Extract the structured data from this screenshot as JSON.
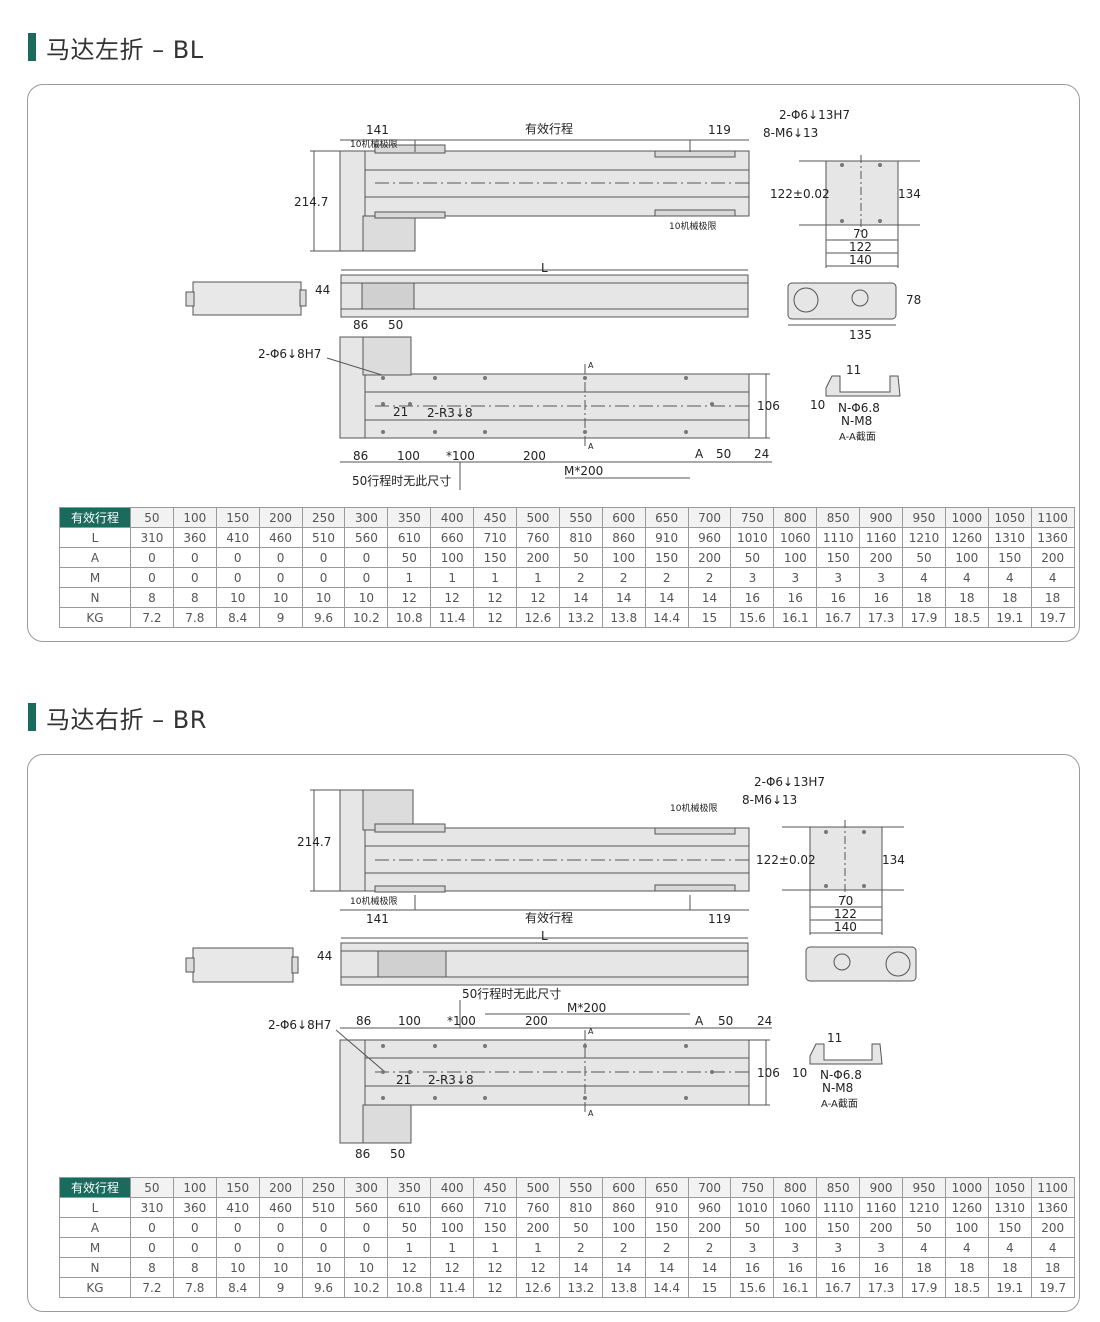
{
  "sections": [
    {
      "title": "马达左折 – BL",
      "labels": {
        "d141": "141",
        "stroke": "有效行程",
        "d119": "119",
        "limit1": "10机械极限",
        "limit2": "10机械极限",
        "h2147": "214.7",
        "hole1": "2-Φ6↓13H7",
        "hole2": "8-M6↓13",
        "d122t": "122±0.02",
        "d134": "134",
        "d70": "70",
        "d122": "122",
        "d140": "140",
        "L": "L",
        "d44": "44",
        "d78": "78",
        "d135": "135",
        "d86a": "86",
        "d50a": "50",
        "pin": "2-Φ6↓8H7",
        "slot": "2-R3↓8",
        "d21": "21",
        "d106": "106",
        "d86b": "86",
        "d100": "100",
        "d100s": "*100",
        "d200": "200",
        "dA": "A",
        "d50b": "50",
        "d24": "24",
        "M200": "M*200",
        "note50": "50行程时无此尺寸",
        "secA1": "A",
        "secA2": "A",
        "s11": "11",
        "s10": "10",
        "sN68": "N-Φ6.8",
        "sNM8": "N-M8",
        "sAA": "A-A截面"
      }
    },
    {
      "title": "马达右折 – BR",
      "labels": {
        "d141": "141",
        "stroke": "有效行程",
        "d119": "119",
        "limit1": "10机械极限",
        "limit2": "10机械极限",
        "h2147": "214.7",
        "hole1": "2-Φ6↓13H7",
        "hole2": "8-M6↓13",
        "d122t": "122±0.02",
        "d134": "134",
        "d70": "70",
        "d122": "122",
        "d140": "140",
        "L": "L",
        "d44": "44",
        "d86a": "86",
        "d50a": "50",
        "pin": "2-Φ6↓8H7",
        "slot": "2-R3↓8",
        "d21": "21",
        "d106": "106",
        "d86b": "86",
        "d100": "100",
        "d100s": "*100",
        "d200": "200",
        "dA": "A",
        "d50b": "50",
        "d24": "24",
        "M200": "M*200",
        "note50": "50行程时无此尺寸",
        "secA1": "A",
        "secA2": "A",
        "s11": "11",
        "s10": "10",
        "sN68": "N-Φ6.8",
        "sNM8": "N-M8",
        "sAA": "A-A截面"
      }
    }
  ],
  "table": {
    "rows": [
      {
        "label": "有效行程",
        "values": [
          "50",
          "100",
          "150",
          "200",
          "250",
          "300",
          "350",
          "400",
          "450",
          "500",
          "550",
          "600",
          "650",
          "700",
          "750",
          "800",
          "850",
          "900",
          "950",
          "1000",
          "1050",
          "1100"
        ]
      },
      {
        "label": "L",
        "values": [
          "310",
          "360",
          "410",
          "460",
          "510",
          "560",
          "610",
          "660",
          "710",
          "760",
          "810",
          "860",
          "910",
          "960",
          "1010",
          "1060",
          "1110",
          "1160",
          "1210",
          "1260",
          "1310",
          "1360"
        ]
      },
      {
        "label": "A",
        "values": [
          "0",
          "0",
          "0",
          "0",
          "0",
          "0",
          "50",
          "100",
          "150",
          "200",
          "50",
          "100",
          "150",
          "200",
          "50",
          "100",
          "150",
          "200",
          "50",
          "100",
          "150",
          "200"
        ]
      },
      {
        "label": "M",
        "values": [
          "0",
          "0",
          "0",
          "0",
          "0",
          "0",
          "1",
          "1",
          "1",
          "1",
          "2",
          "2",
          "2",
          "2",
          "3",
          "3",
          "3",
          "3",
          "4",
          "4",
          "4",
          "4"
        ]
      },
      {
        "label": "N",
        "values": [
          "8",
          "8",
          "10",
          "10",
          "10",
          "10",
          "12",
          "12",
          "12",
          "12",
          "14",
          "14",
          "14",
          "14",
          "16",
          "16",
          "16",
          "16",
          "18",
          "18",
          "18",
          "18"
        ]
      },
      {
        "label": "KG",
        "values": [
          "7.2",
          "7.8",
          "8.4",
          "9",
          "9.6",
          "10.2",
          "10.8",
          "11.4",
          "12",
          "12.6",
          "13.2",
          "13.8",
          "14.4",
          "15",
          "15.6",
          "16.1",
          "16.7",
          "17.3",
          "17.9",
          "18.5",
          "19.1",
          "19.7"
        ]
      }
    ]
  },
  "colors": {
    "accent": "#1a6b5e",
    "body": "#e6e6e6",
    "line": "#555555"
  }
}
